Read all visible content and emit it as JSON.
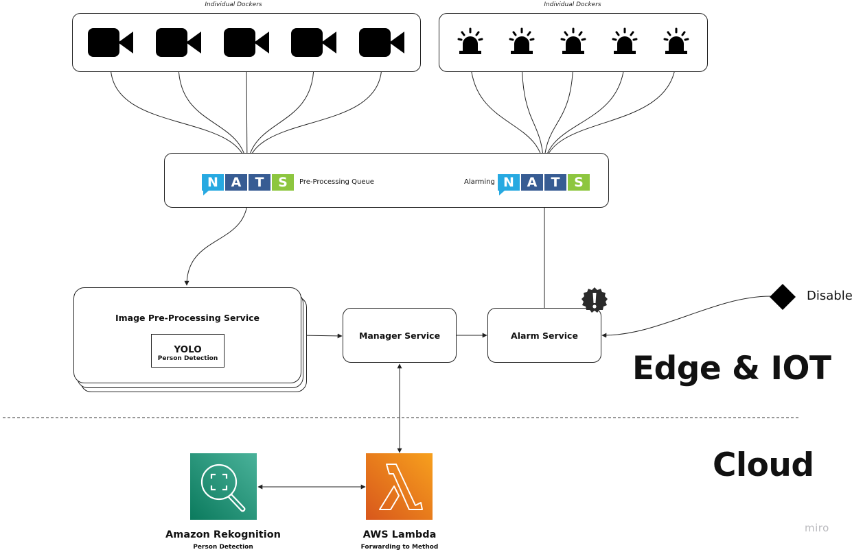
{
  "groups": {
    "cameras_caption": "Individual Dockers",
    "alarms_caption": "Individual Dockers"
  },
  "icons": {
    "camera": "video-camera-icon",
    "alarm": "siren-icon",
    "alert_badge": "exclamation-badge-icon",
    "rekognition": "magnifier-focus-icon",
    "lambda": "lambda-icon"
  },
  "queue": {
    "logo_letters": [
      "N",
      "A",
      "T",
      "S"
    ],
    "preprocessing_label": "Pre-Processing Queue",
    "alarming_label": "Alarming"
  },
  "nodes": {
    "image_preprocessing": {
      "title": "Image Pre-Processing Service",
      "inner_title": "YOLO",
      "inner_sub": "Person Detection"
    },
    "manager": {
      "title": "Manager Service"
    },
    "alarm": {
      "title": "Alarm Service"
    },
    "disable": {
      "label": "Disable"
    }
  },
  "zones": {
    "edge": "Edge & IOT",
    "cloud": "Cloud"
  },
  "cloud_services": {
    "rekognition": {
      "name": "Amazon Rekognition",
      "sub": "Person Detection",
      "color_top": "#4ab29a",
      "color_bottom": "#0b7a5d"
    },
    "lambda": {
      "name": "AWS Lambda",
      "sub": "Forwarding to Method",
      "color_top": "#f7a01d",
      "color_bottom": "#d8571c"
    }
  },
  "colors": {
    "nats_cyan": "#27a9e1",
    "nats_navy": "#375c93",
    "nats_green": "#8dc63f"
  },
  "watermark": "miro"
}
